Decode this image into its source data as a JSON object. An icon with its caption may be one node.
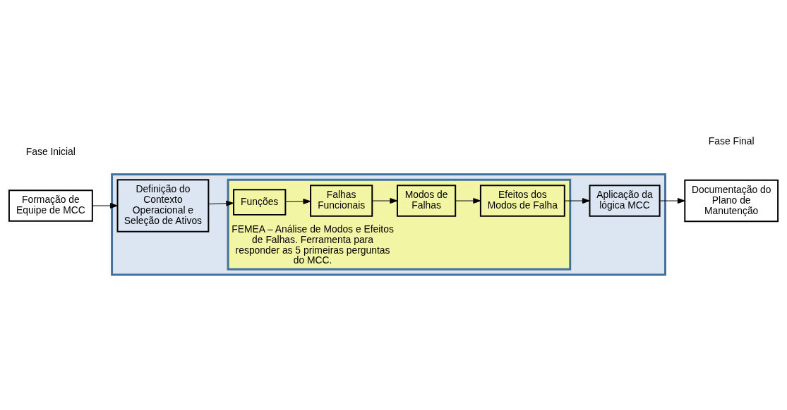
{
  "diagram": {
    "nodes": [
      {
        "text": [
          "Formação de Equipe de MCC"
        ]
      },
      {
        "text": [],
        "shape": "box"
      },
      {
        "text": [
          "Definição do Contexto Operacional e Seleção de Ativos"
        ],
        "in": 1
      },
      {
        "text": [
          "FEMEA – Análise de Modos e Efeitos de Falhas. Ferramenta para responder as 5 primeiras perguntas do MCC."
        ],
        "in": 1
      },
      {
        "text": [
          "Funções"
        ],
        "in": 3
      },
      {
        "text": [
          "Falhas Funcionais"
        ],
        "in": 3
      },
      {
        "text": [
          "Modos de Falhas"
        ],
        "in": 3
      },
      {
        "text": [
          "Efeitos dos Modos de Falha"
        ],
        "in": 3
      },
      {
        "text": [
          "Aplicação da lógica MCC"
        ],
        "in": 1
      },
      {
        "text": [
          "Documentação do Plano de Manutenção"
        ]
      }
    ],
    "edges": [
      {
        "from": 0,
        "to": 2,
        "arrow": "to"
      },
      {
        "from": 2,
        "to": 4,
        "arrow": "to"
      },
      {
        "from": 4,
        "to": 5,
        "arrow": "to"
      },
      {
        "from": 5,
        "to": 6,
        "arrow": "to"
      },
      {
        "from": 6,
        "to": 7,
        "arrow": "to"
      },
      {
        "from": 7,
        "to": 8,
        "arrow": "to"
      },
      {
        "from": 8,
        "to": 9,
        "arrow": "to"
      }
    ],
    "labels": [
      "Fase Inicial",
      "Fase Final"
    ]
  }
}
